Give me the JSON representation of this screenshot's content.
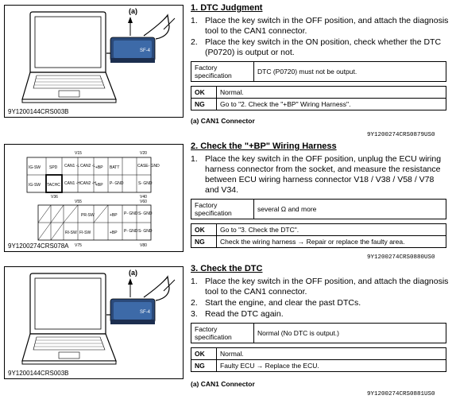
{
  "sections": [
    {
      "title": "1. DTC Judgment",
      "steps": [
        {
          "n": "1.",
          "text": "Place the key switch in the OFF position, and attach the diagnosis tool to the CAN1 connector."
        },
        {
          "n": "2.",
          "text": "Place the key switch in the ON position, check whether the DTC (P0720) is output or not."
        }
      ],
      "spec_label": "Factory specification",
      "spec_value": "DTC (P0720) must not be output.",
      "ok_label": "OK",
      "ok_value": "Normal.",
      "ng_label": "NG",
      "ng_value": "Go to \"2. Check the \"+BP\" Wiring Harness\".",
      "caption": "(a)   CAN1 Connector",
      "ref": "9Y1200274CRS0879US0"
    },
    {
      "title": "2. Check the \"+BP\" Wiring Harness",
      "steps": [
        {
          "n": "1.",
          "text": "Place the key switch in the OFF position, unplug the ECU wiring harness connector from the socket, and measure the resistance between ECU wiring harness connector V18 / V38 / V58 / V78 and V34."
        }
      ],
      "spec_label": "Factory specification",
      "spec_value": "several Ω and more",
      "ok_label": "OK",
      "ok_value": "Go to \"3. Check the DTC\".",
      "ng_label": "NG",
      "ng_value": "Check the wiring harness → Repair or replace the faulty area.",
      "ref": "9Y1200274CRS0880US0"
    },
    {
      "title": "3. Check the DTC",
      "steps": [
        {
          "n": "1.",
          "text": "Place the key switch in the OFF position, and attach the diagnosis tool to the CAN1 connector."
        },
        {
          "n": "2.",
          "text": "Start the engine, and clear the past DTCs."
        },
        {
          "n": "3.",
          "text": "Read the DTC again."
        }
      ],
      "spec_label": "Factory specification",
      "spec_value": "Normal (No DTC is output.)",
      "ok_label": "OK",
      "ok_value": "Normal.",
      "ng_label": "NG",
      "ng_value": "Faulty ECU → Replace the ECU.",
      "caption": "(a)   CAN1 Connector",
      "ref": "9Y1200274CRS0881US0"
    }
  ],
  "figures": {
    "laptop1_caption": "9Y1200144CRS003B",
    "laptop1_label": "(a)",
    "connector_caption": "9Y1200274CRS078A",
    "laptop2_caption": "9Y1200144CRS003B",
    "laptop2_label": "(a)",
    "tool_brand": "SF-4",
    "connector": {
      "V15": "V15",
      "V20": "V20",
      "V36": "V36",
      "V40": "V40",
      "V55": "V55",
      "V60": "V60",
      "V75": "V75",
      "V80": "V80",
      "ig_sw": "IG-SW",
      "spd": "SPD",
      "can1l": "CAN1 -L",
      "can2l": "CAN2 -L",
      "bp": "+BP",
      "batt": "BATT",
      "casegnd": "CASE- GND",
      "ig_sw2": "IG-SW",
      "tachc": "TACHC",
      "can1h": "CAN1 -H",
      "can2h": "CAN2 -H",
      "bp2": "+BP",
      "pgnd": "P- GND",
      "sgnd": "S- GND",
      "prsw": "PR-SW",
      "bp3": "+BP",
      "pgnd2": "P- GND",
      "sgnd2": "S- GND",
      "risw": "RI-SW",
      "fisw": "FI-SW",
      "bp4": "+BP",
      "pgnd3": "P- GND",
      "sgnd3": "S- GND"
    }
  }
}
